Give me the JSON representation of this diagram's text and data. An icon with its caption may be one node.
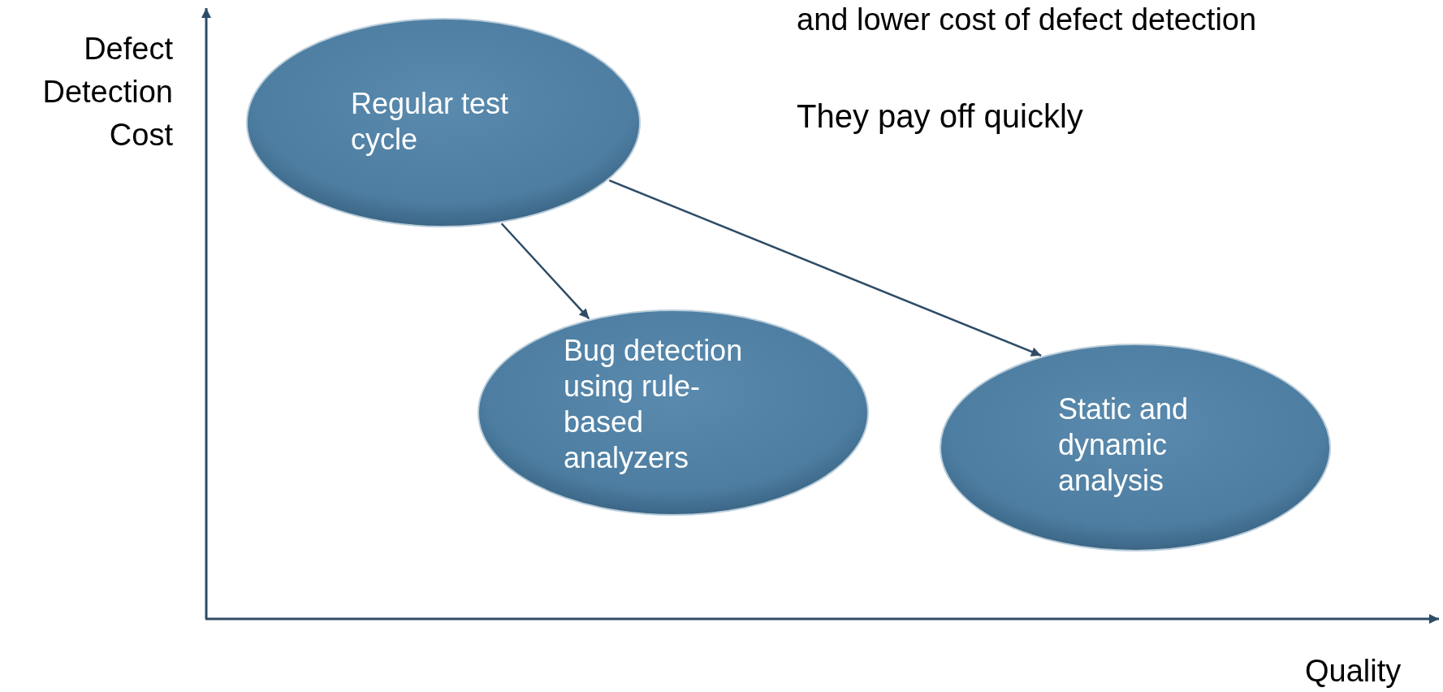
{
  "diagram": {
    "nodes": [
      {
        "text": [
          "Regular test cycle"
        ]
      },
      {
        "text": [
          "Bug detection using rule-based analyzers"
        ]
      },
      {
        "text": [
          "Static and dynamic analysis"
        ]
      }
    ],
    "edges": [
      {
        "from": 0,
        "to": 1,
        "arrow": "to"
      },
      {
        "from": 0,
        "to": 2,
        "arrow": "to"
      }
    ],
    "labels": [
      "and lower cost of defect detection",
      "Defect Detection Cost",
      "They pay off quickly",
      "Quality"
    ]
  }
}
